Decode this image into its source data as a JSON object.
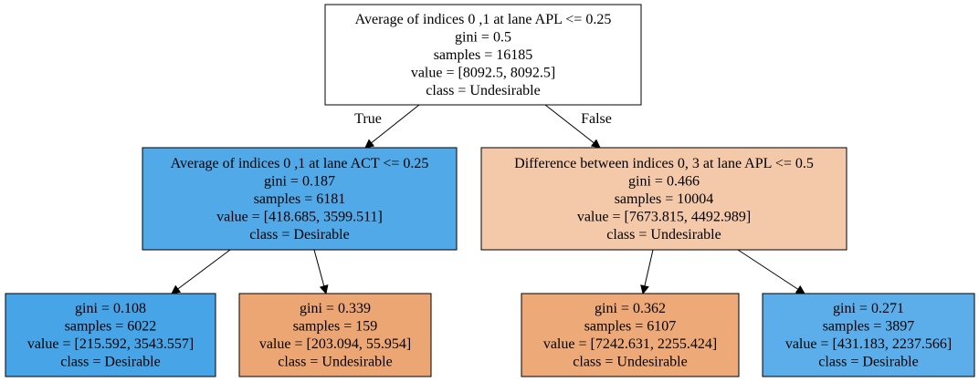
{
  "colors": {
    "root": "#ffffff",
    "n1": "#52a9e8",
    "n2": "#f4c9aa",
    "n3": "#47a4e7",
    "n4": "#eca673",
    "n5": "#eda978",
    "n6": "#5caeea",
    "edge": "#000000"
  },
  "tree": {
    "nodes": [
      {
        "id": "root",
        "lines": [
          "Average of indices 0 ,1 at lane APL <= 0.25",
          "gini = 0.5",
          "samples = 16185",
          "value = [8092.5, 8092.5]",
          "class = Undesirable"
        ]
      },
      {
        "id": "n1",
        "lines": [
          "Average of indices 0 ,1 at lane ACT <= 0.25",
          "gini = 0.187",
          "samples = 6181",
          "value = [418.685, 3599.511]",
          "class = Desirable"
        ]
      },
      {
        "id": "n2",
        "lines": [
          "Difference between indices 0, 3 at lane APL <= 0.5",
          "gini = 0.466",
          "samples = 10004",
          "value = [7673.815, 4492.989]",
          "class = Undesirable"
        ]
      },
      {
        "id": "n3",
        "lines": [
          "gini = 0.108",
          "samples = 6022",
          "value = [215.592, 3543.557]",
          "class = Desirable"
        ]
      },
      {
        "id": "n4",
        "lines": [
          "gini = 0.339",
          "samples = 159",
          "value = [203.094, 55.954]",
          "class = Undesirable"
        ]
      },
      {
        "id": "n5",
        "lines": [
          "gini = 0.362",
          "samples = 6107",
          "value = [7242.631, 2255.424]",
          "class = Undesirable"
        ]
      },
      {
        "id": "n6",
        "lines": [
          "gini = 0.271",
          "samples = 3897",
          "value = [431.183, 2237.566]",
          "class = Desirable"
        ]
      }
    ],
    "edges": [
      {
        "from": "root",
        "to": "n1",
        "label": "True"
      },
      {
        "from": "root",
        "to": "n2",
        "label": "False"
      },
      {
        "from": "n1",
        "to": "n3",
        "label": ""
      },
      {
        "from": "n1",
        "to": "n4",
        "label": ""
      },
      {
        "from": "n2",
        "to": "n5",
        "label": ""
      },
      {
        "from": "n2",
        "to": "n6",
        "label": ""
      }
    ]
  }
}
